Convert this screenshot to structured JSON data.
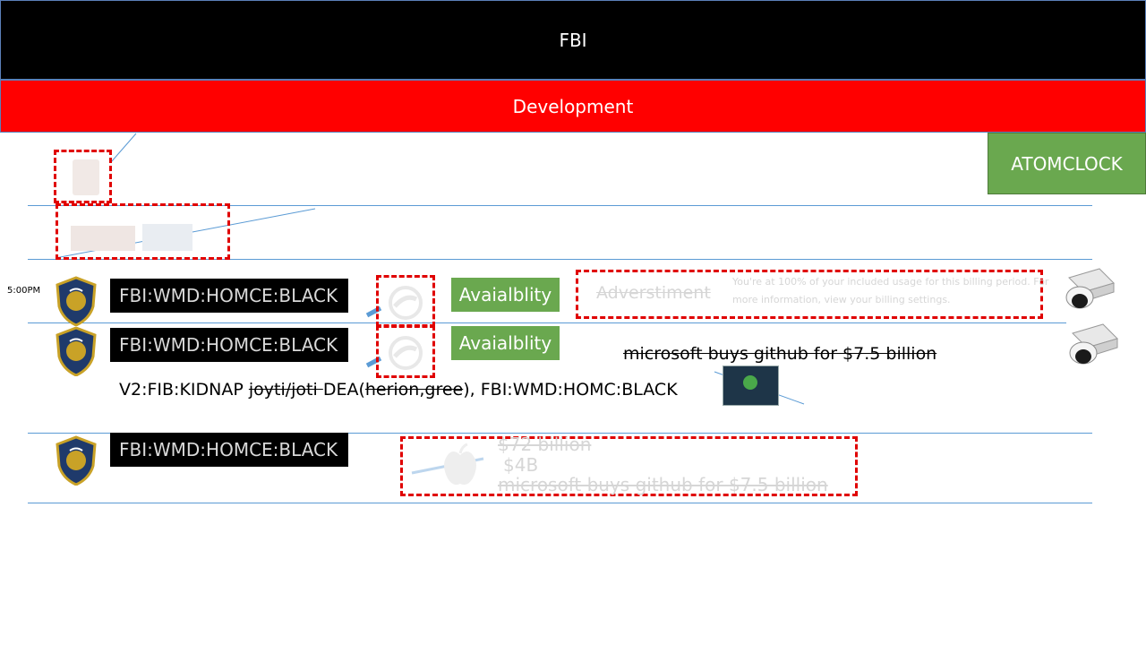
{
  "header": {
    "title": "FBI"
  },
  "subheader": {
    "title": "Development"
  },
  "atomclock_button": "ATOMCLOCK",
  "time_label": "5:00PM",
  "rows": [
    {
      "tag": "FBI:WMD:HOMCE:BLACK",
      "availability": "Avaialblity",
      "ad_label": "Adverstiment",
      "ad_text_1": "You're at 100% of your included usage for this billing period. For",
      "ad_text_2": "more information, view your billing settings."
    },
    {
      "tag": "FBI:WMD:HOMCE:BLACK",
      "availability": "Avaialblity",
      "headline": "microsoft buys github for $7.5 billion"
    },
    {
      "tag": "FBI:WMD:HOMCE:BLACK"
    }
  ],
  "kidnap_line": {
    "prefix": "V2:FIB:KIDNAP ",
    "struck_1": "joyti/joti ",
    "dea": "DEA(",
    "struck_2": "herion,gree",
    "suffix": "), FBI:WMD:HOMC:BLACK"
  },
  "faded_panel": {
    "line1": "$72 billion",
    "line2": "$4B",
    "line3": "microsoft buys github for $7.5 billion"
  },
  "colors": {
    "top_bar": "#000000",
    "dev_bar": "#ff0000",
    "accent_green": "#6aa84f",
    "dash_red": "#e00000",
    "rule_blue": "#5b9bd5"
  }
}
